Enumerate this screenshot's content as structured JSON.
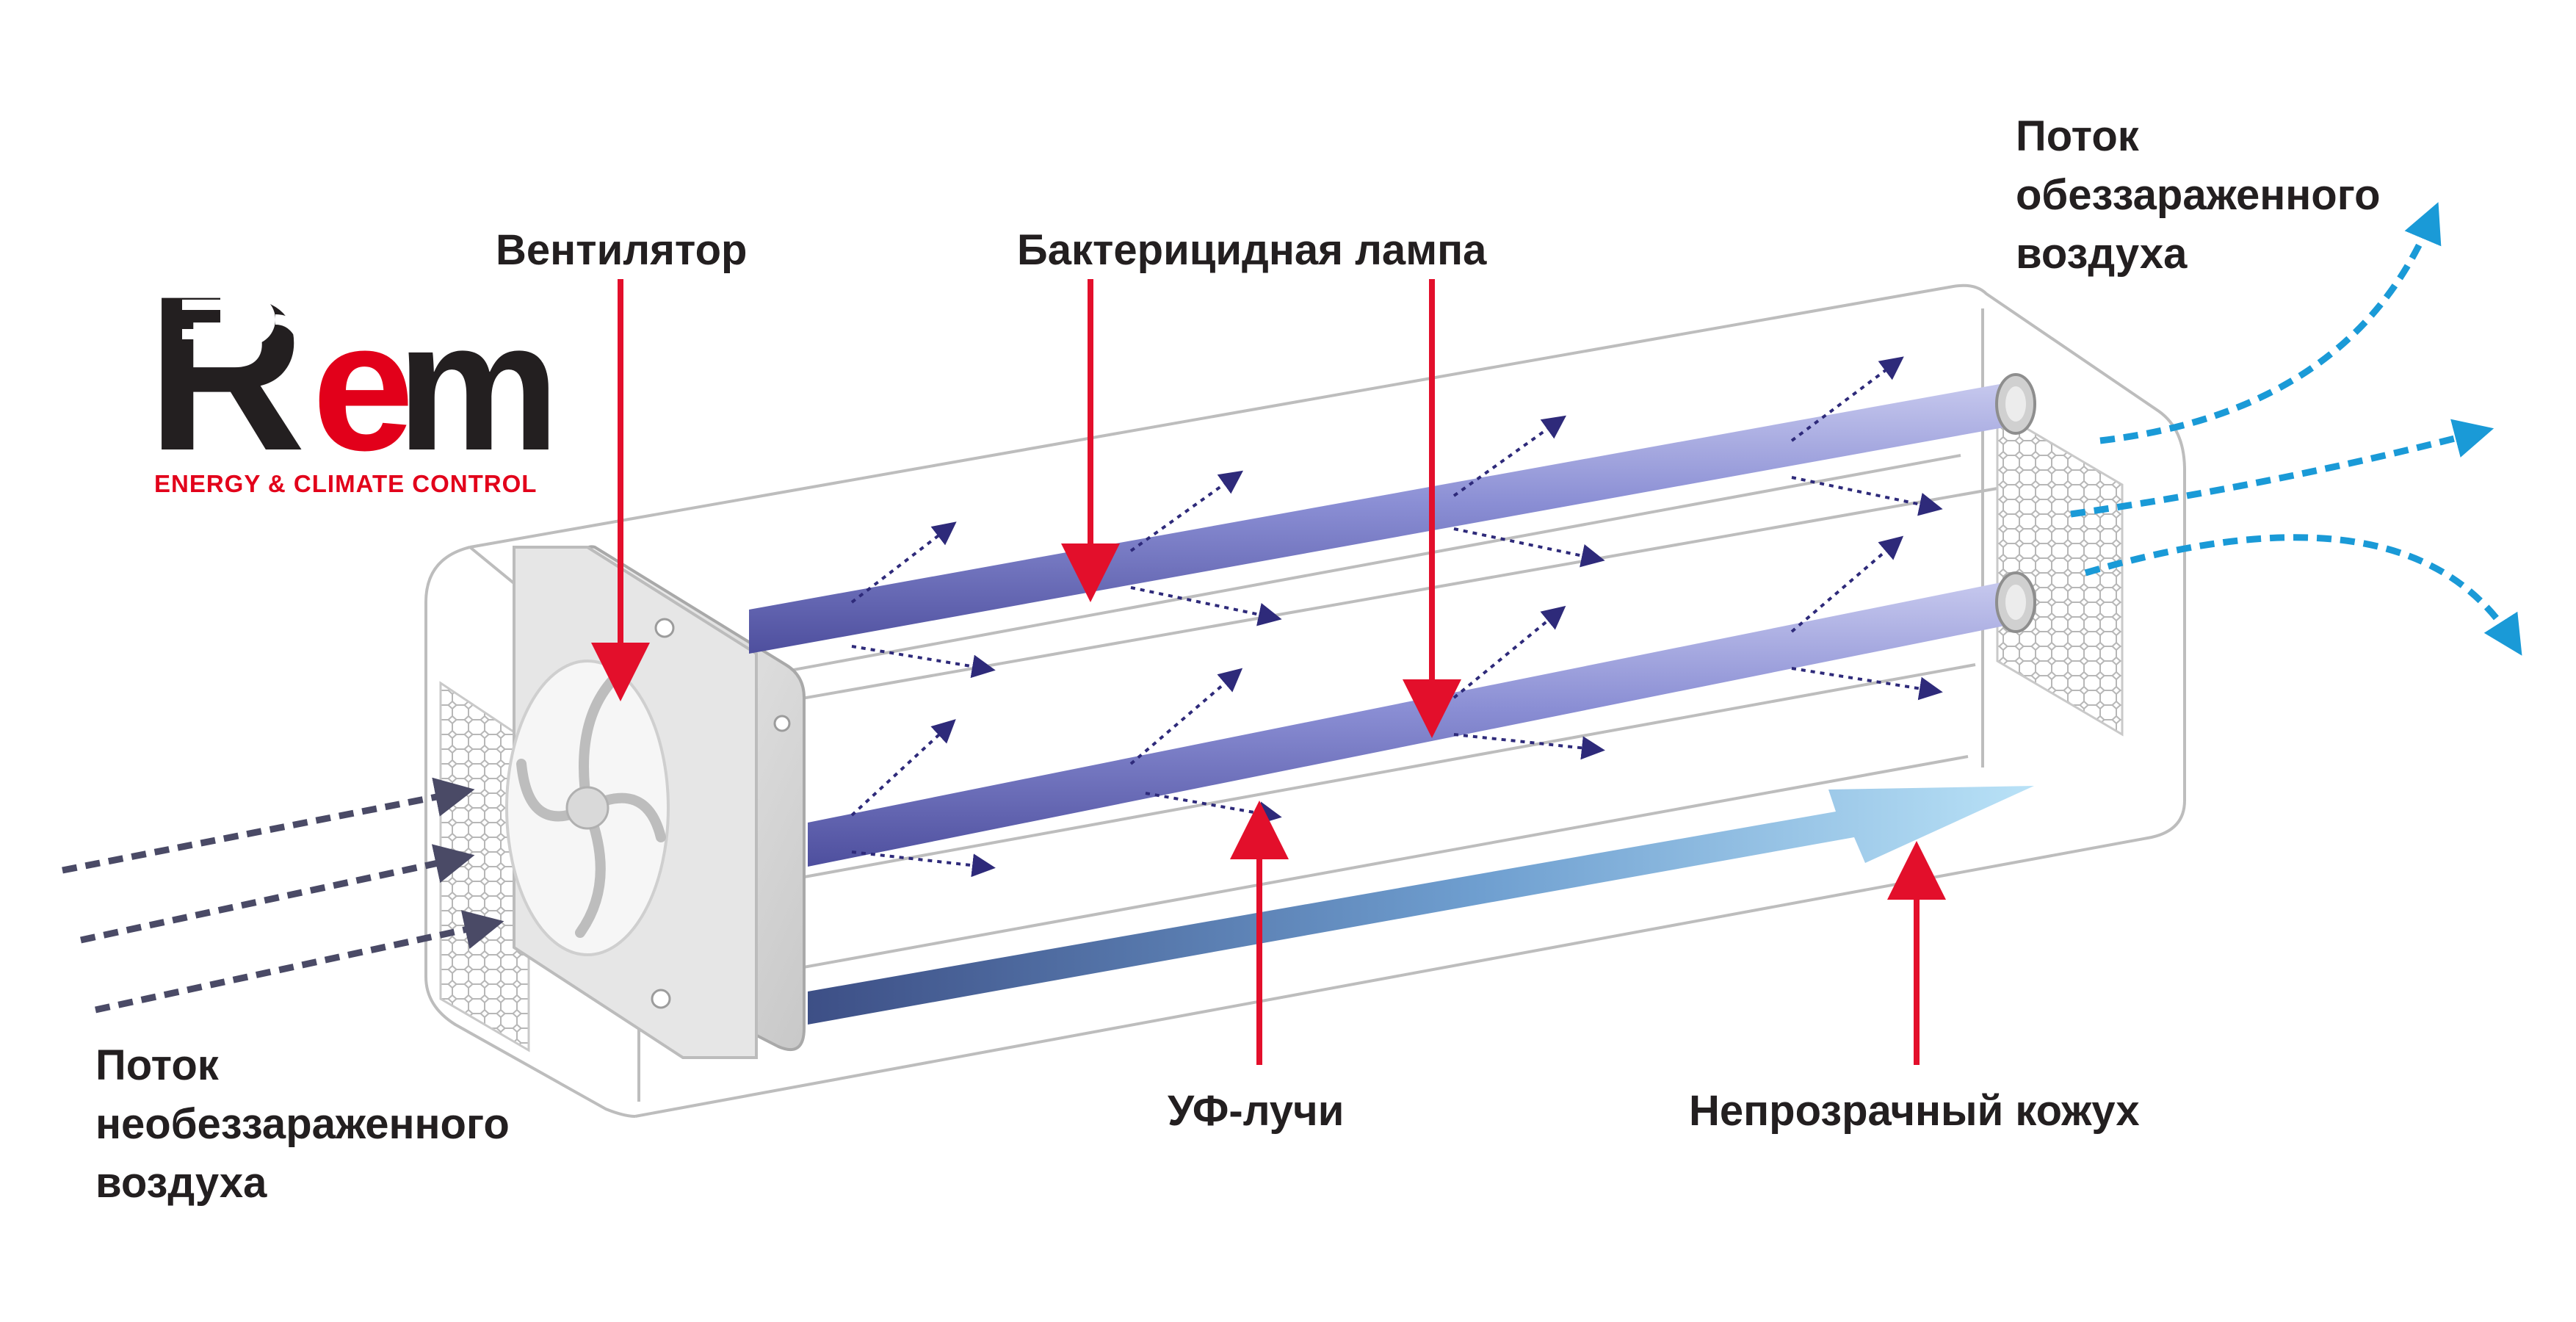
{
  "logo": {
    "wordmark_r": "R",
    "wordmark_e": "e",
    "wordmark_m": "m",
    "tagline": "ENERGY & CLIMATE CONTROL",
    "colors": {
      "dark": "#231f20",
      "red": "#e2001a"
    }
  },
  "labels": {
    "fan": "Вентилятор",
    "lamp": "Бактерицидная лампа",
    "clean_air_line1": "Поток",
    "clean_air_line2": "обеззараженного",
    "clean_air_line3": "воздуха",
    "dirty_air_line1": "Поток",
    "dirty_air_line2": "необеззараженного",
    "dirty_air_line3": "воздуха",
    "uv_rays": "УФ-лучи",
    "housing": "Непрозрачный кожух"
  },
  "colors": {
    "pointer_red": "#e30f2b",
    "lamp_blue": "#7f82c9",
    "uv_ray": "#2e2a7a",
    "outlet_blue": "#1a9ad7",
    "inlet_dark": "#4a4a66",
    "housing_line": "#bdbdbd"
  }
}
